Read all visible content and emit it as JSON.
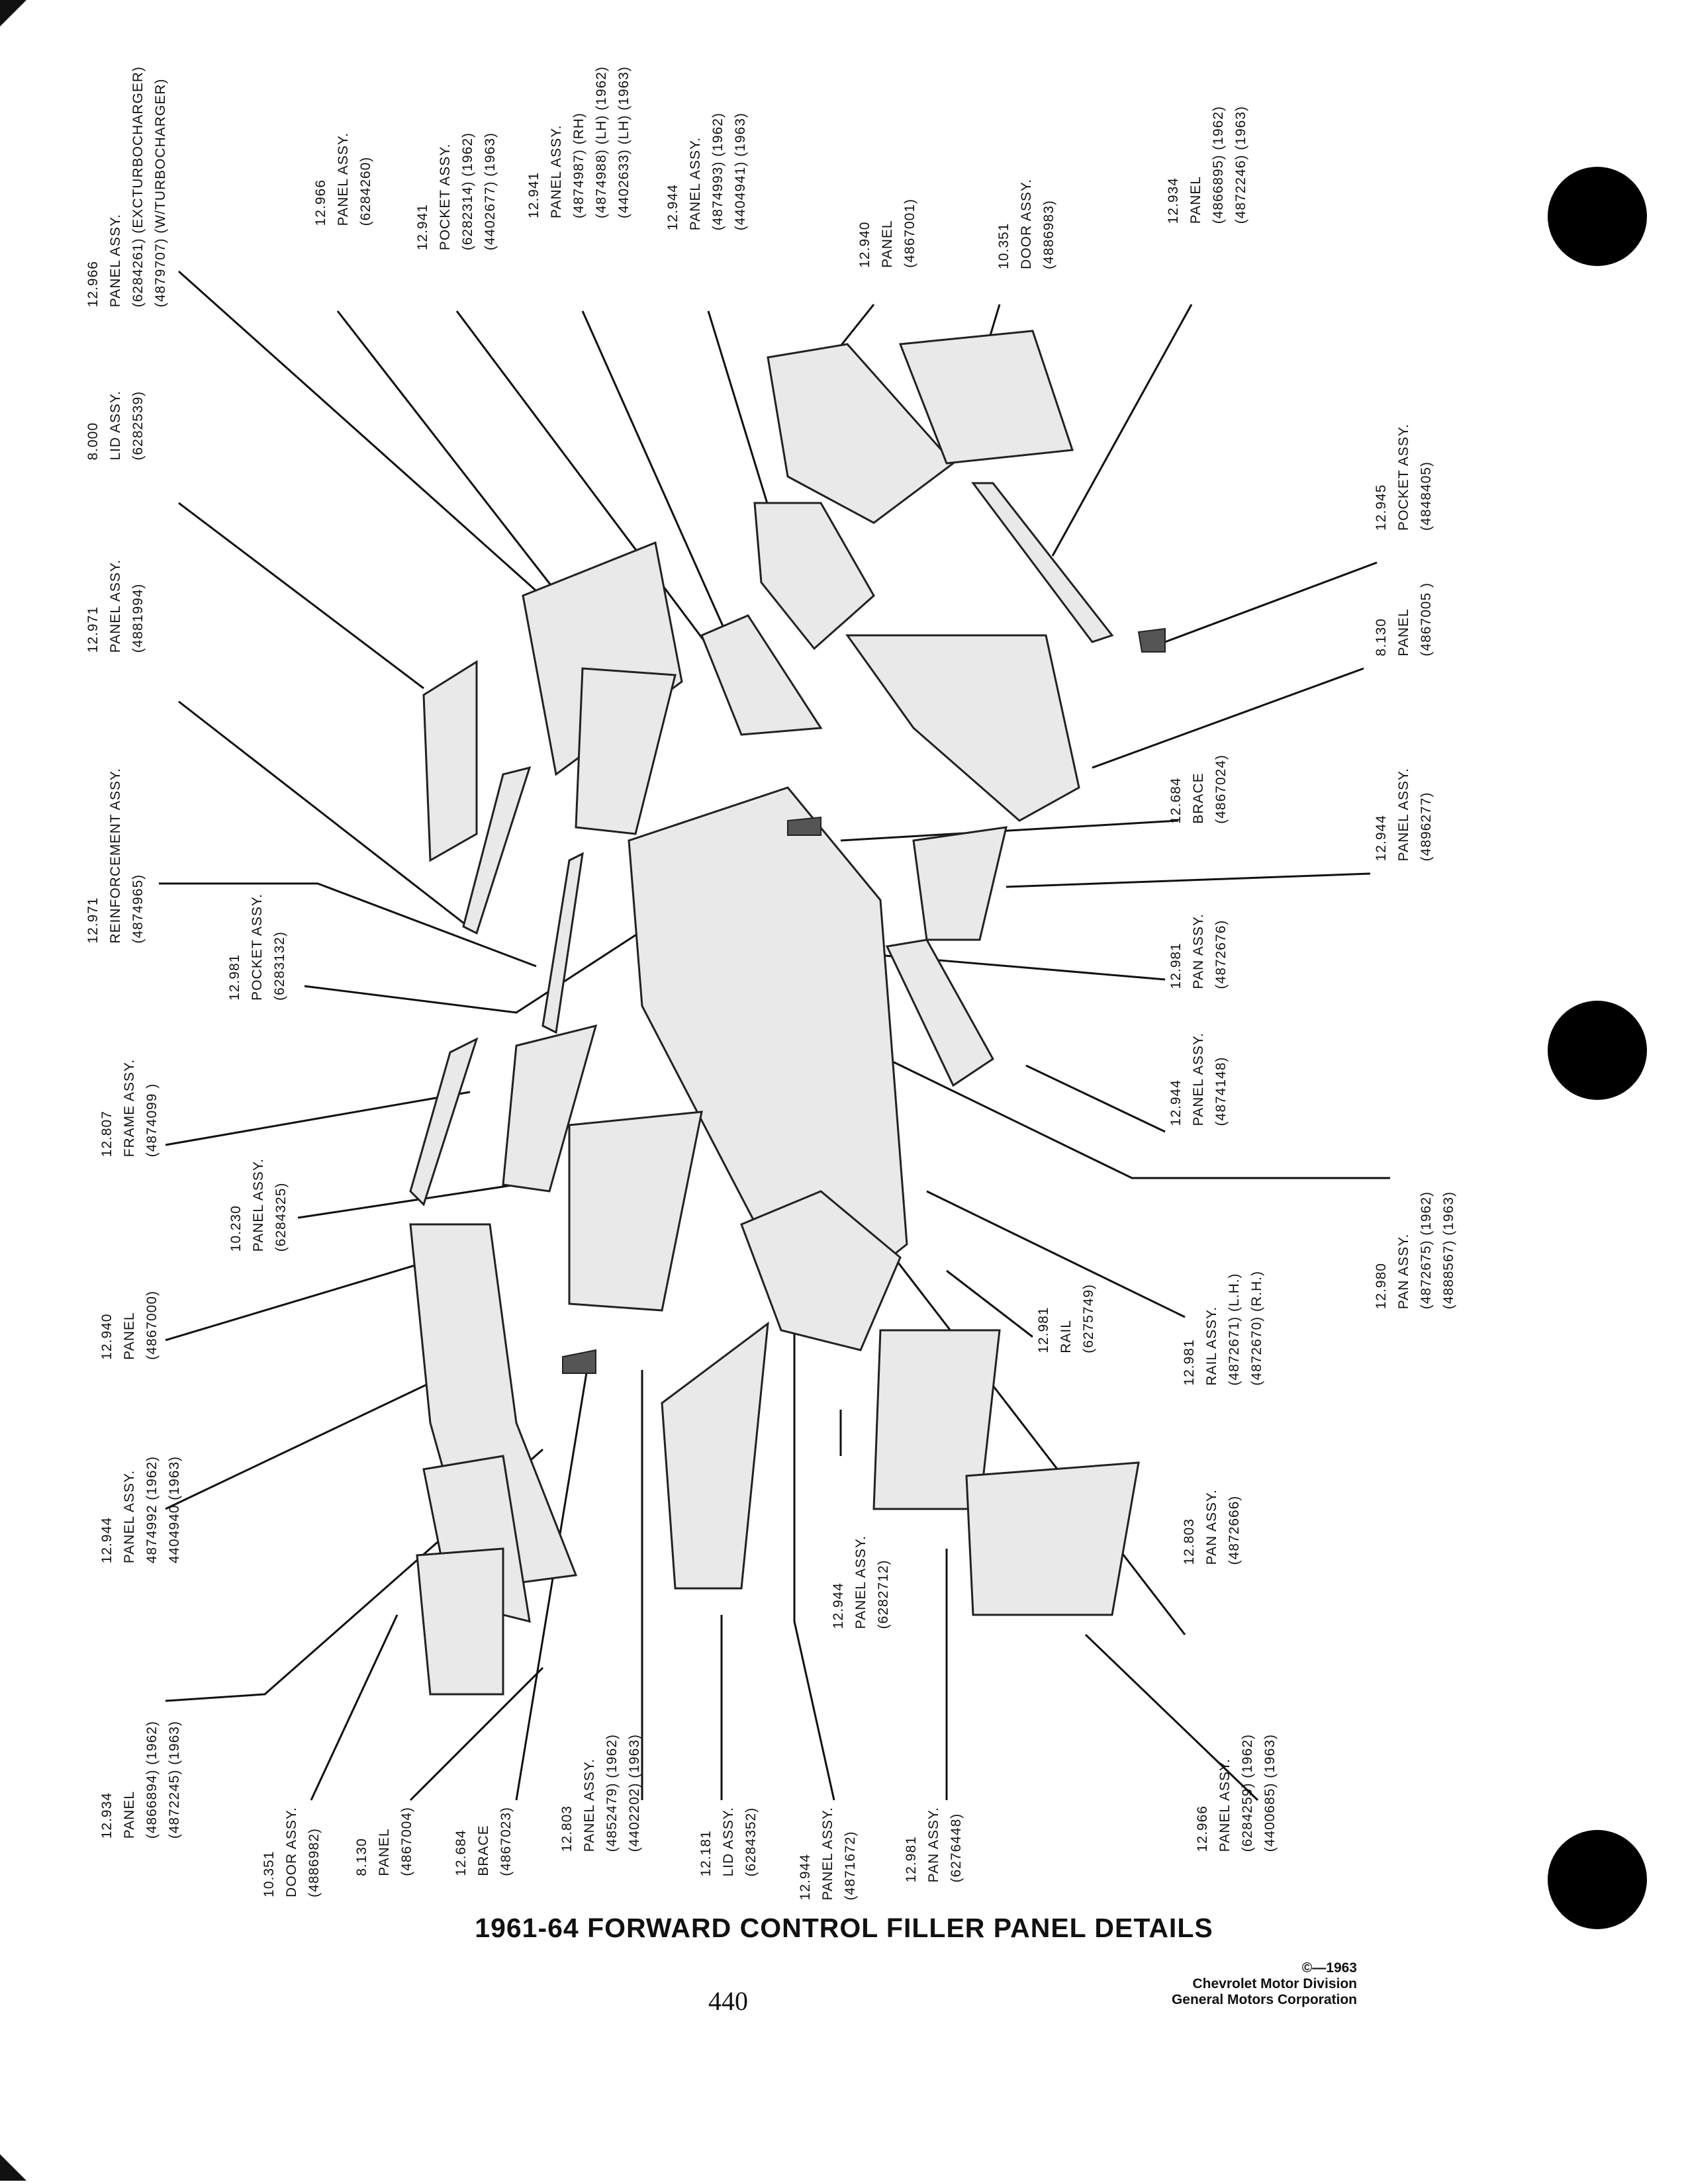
{
  "page": {
    "title": "1961-64 FORWARD CONTROL FILLER PANEL DETAILS",
    "page_number": "440",
    "copyright": [
      "©—1963",
      "Chevrolet Motor Division",
      "General Motors Corporation"
    ]
  },
  "callouts_top": [
    {
      "lines": [
        "12.966",
        "PANEL ASSY.",
        "(6284261) (EXCTURBOCHARGER)",
        "(4879707) (W/TURBOCHARGER)"
      ]
    },
    {
      "lines": [
        "12.966",
        "PANEL ASSY.",
        "(6284260)"
      ]
    },
    {
      "lines": [
        "12.941",
        "POCKET ASSY.",
        "(6282314) (1962)",
        "(4402677) (1963)"
      ]
    },
    {
      "lines": [
        "12.941",
        "PANEL ASSY.",
        "(4874987) (RH)",
        "(4874988) (LH) (1962)",
        "(4402633) (LH) (1963)"
      ]
    },
    {
      "lines": [
        "12.944",
        "PANEL ASSY.",
        "(4874993) (1962)",
        "(4404941) (1963)"
      ]
    },
    {
      "lines": [
        "12.940",
        "PANEL",
        "(4867001)"
      ]
    },
    {
      "lines": [
        "10.351",
        "DOOR ASSY.",
        "(4886983)"
      ]
    },
    {
      "lines": [
        "12.934",
        "PANEL",
        "(4866895) (1962)",
        "(4872246) (1963)"
      ]
    }
  ],
  "callouts_left": [
    {
      "lines": [
        "8.000",
        "LID ASSY.",
        "(6282539)"
      ]
    },
    {
      "lines": [
        "12.971",
        "PANEL ASSY.",
        "(4881994)"
      ]
    },
    {
      "lines": [
        "12.971",
        "REINFORCEMENT ASSY.",
        "(4874965)"
      ]
    },
    {
      "lines": [
        "12.981",
        "POCKET ASSY.",
        "(6283132)"
      ]
    },
    {
      "lines": [
        "12.807",
        "FRAME ASSY.",
        "(4874099 )"
      ]
    },
    {
      "lines": [
        "10.230",
        "PANEL ASSY.",
        "(6284325)"
      ]
    },
    {
      "lines": [
        "12.940",
        "PANEL",
        "(4867000)"
      ]
    },
    {
      "lines": [
        "12.944",
        "PANEL ASSY.",
        "4874992 (1962)",
        "4404940 (1963)"
      ]
    }
  ],
  "callouts_bottom": [
    {
      "lines": [
        "12.934",
        "PANEL",
        "(4866894) (1962)",
        "(4872245) (1963)"
      ]
    },
    {
      "lines": [
        "10.351",
        "DOOR ASSY.",
        "(4886982)"
      ]
    },
    {
      "lines": [
        "8.130",
        "PANEL",
        "(4867004)"
      ]
    },
    {
      "lines": [
        "12.684",
        "BRACE",
        "(4867023)"
      ]
    },
    {
      "lines": [
        "12.803",
        "PANEL ASSY.",
        "(4852479) (1962)",
        "(4402202) (1963)"
      ]
    },
    {
      "lines": [
        "12.181",
        "LID ASSY.",
        "(6284352)"
      ]
    },
    {
      "lines": [
        "12.944",
        "PANEL ASSY.",
        "(4871672)"
      ]
    },
    {
      "lines": [
        "12.981",
        "PAN ASSY.",
        "(6276448)"
      ]
    },
    {
      "lines": [
        "12.966",
        "PANEL ASSY.",
        "(6284259) (1962)",
        "(4400685) (1963)"
      ]
    }
  ],
  "callouts_middle": [
    {
      "lines": [
        "12.944",
        "PANEL ASSY.",
        "(6282712)"
      ]
    },
    {
      "lines": [
        "12.981",
        "RAIL",
        "(6275749)"
      ]
    },
    {
      "lines": [
        "12.981",
        "RAIL ASSY.",
        "(4872671) (L.H.)",
        "(4872670) (R.H.)"
      ]
    },
    {
      "lines": [
        "12.803",
        "PAN ASSY.",
        "(4872666)"
      ]
    }
  ],
  "callouts_right": [
    {
      "lines": [
        "12.945",
        "POCKET ASSY.",
        "(4848405)"
      ]
    },
    {
      "lines": [
        "8.130",
        "PANEL",
        "(4867005 )"
      ]
    },
    {
      "lines": [
        "12.684",
        "BRACE",
        "(4867024)"
      ]
    },
    {
      "lines": [
        "12.944",
        "PANEL ASSY.",
        "(4896277)"
      ]
    },
    {
      "lines": [
        "12.981",
        "PAN ASSY.",
        "(4872676)"
      ]
    },
    {
      "lines": [
        "12.944",
        "PANEL ASSY.",
        "(4874148)"
      ]
    },
    {
      "lines": [
        "12.980",
        "PAN ASSY.",
        "(4872675) (1962)",
        "(4888567) (1963)"
      ]
    }
  ]
}
